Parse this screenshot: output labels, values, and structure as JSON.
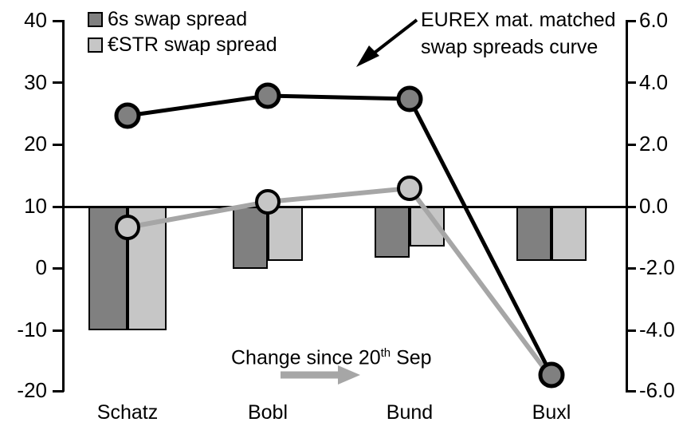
{
  "chart_data": {
    "type": "bar",
    "title": "",
    "xlabel": "",
    "ylabel": "",
    "categories": [
      "Schatz",
      "Bobl",
      "Bund",
      "Buxl"
    ],
    "grid": false,
    "legend_position": "top-left",
    "axes": {
      "left": {
        "label": "",
        "ylim": [
          -20,
          40
        ],
        "ticks": [
          "40",
          "30",
          "20",
          "10",
          "0",
          "-10",
          "-20"
        ],
        "tick_values": [
          40,
          30,
          20,
          10,
          0,
          -10,
          -20
        ],
        "note": "left axis is used by the EUREX mat. matched swap spreads curve (black line)"
      },
      "right": {
        "label": "",
        "ylim": [
          -6.0,
          6.0
        ],
        "ticks": [
          "6.0",
          "4.0",
          "2.0",
          "0.0",
          "-2.0",
          "-4.0",
          "-6.0"
        ],
        "tick_values": [
          6.0,
          4.0,
          2.0,
          0.0,
          -2.0,
          -4.0,
          -6.0
        ],
        "note": "right axis is used by the bars (change since 20th Sep); right 0.0 aligns with left 10"
      }
    },
    "series": [
      {
        "name": "6s swap spread",
        "type": "bar",
        "axis": "right",
        "color": "#808080",
        "values": [
          -4.0,
          -2.0,
          -1.65,
          -1.75
        ]
      },
      {
        "name": "€STR swap spread",
        "type": "bar",
        "axis": "right",
        "color": "#c6c6c6",
        "values": [
          -4.0,
          -1.75,
          -1.3,
          -1.75
        ]
      },
      {
        "name": "EUREX mat. matched swap spreads curve",
        "type": "line",
        "axis": "left",
        "color": "#000000",
        "marker_color": "#808080",
        "values": [
          24.6,
          27.8,
          27.3,
          -18.0
        ]
      },
      {
        "name": "Change since 20th Sep",
        "type": "line",
        "axis": "left",
        "color": "#a6a6a6",
        "marker_color": "#c6c6c6",
        "values": [
          6.0,
          10.6,
          12.8,
          -22.5
        ]
      }
    ]
  },
  "legend": {
    "items": [
      {
        "label": "6s swap spread",
        "color": "#808080",
        "swatch": "dark"
      },
      {
        "label": "€STR swap spread",
        "color": "#c6c6c6",
        "swatch": "light"
      }
    ]
  },
  "annotations": {
    "curve_callout_line1": "EUREX mat. matched",
    "curve_callout_line2": "swap spreads curve",
    "change_note": "Change since 20",
    "change_note_sup": "th",
    "change_note_tail": " Sep",
    "arrow_icon": "arrow-right-icon"
  },
  "axis_ticks": {
    "left": [
      "40",
      "30",
      "20",
      "10",
      "0",
      "-10",
      "-20"
    ],
    "right": [
      "6.0",
      "4.0",
      "2.0",
      "0.0",
      "-2.0",
      "-4.0",
      "-6.0"
    ],
    "x": [
      "Schatz",
      "Bobl",
      "Bund",
      "Buxl"
    ]
  },
  "colors": {
    "bar_dark": "#808080",
    "bar_light": "#c6c6c6",
    "line_black": "#000000",
    "line_gray": "#a6a6a6",
    "axis": "#000000"
  }
}
